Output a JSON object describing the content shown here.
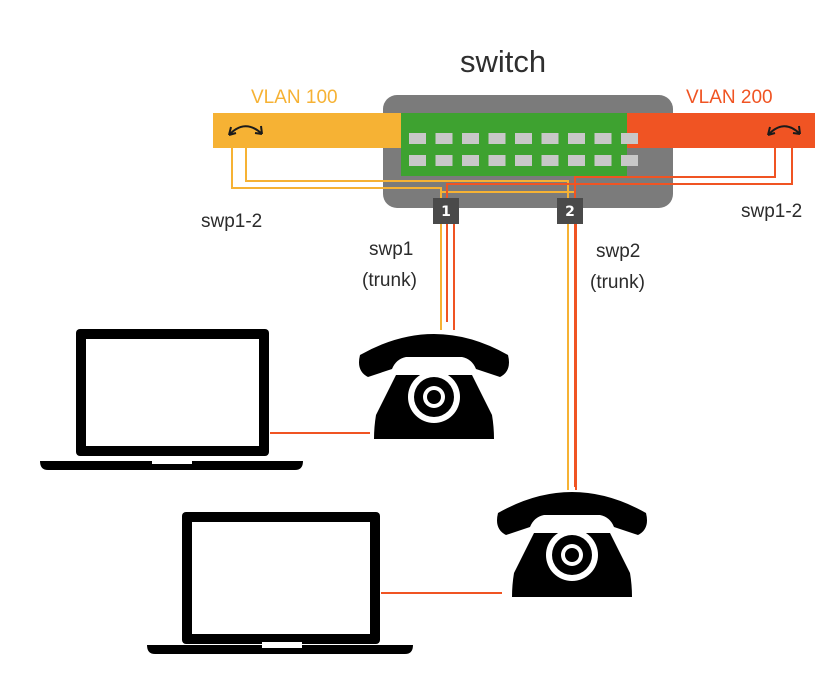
{
  "diagram": {
    "title": "switch",
    "vlans": [
      {
        "label": "VLAN 100",
        "color": "#f6b234"
      },
      {
        "label": "VLAN 200",
        "color": "#f05423"
      }
    ],
    "bridge_labels": {
      "left": "swp1-2",
      "right": "swp1-2"
    },
    "ports": [
      {
        "number": "1",
        "name": "swp1",
        "mode": "(trunk)"
      },
      {
        "number": "2",
        "name": "swp2",
        "mode": "(trunk)"
      }
    ],
    "colors": {
      "switch_body": "#7b7b7b",
      "switch_panel": "#3ea230",
      "port_slot": "#c8c8c8",
      "port_badge": "#4a4a4a",
      "device": "#000000"
    }
  }
}
